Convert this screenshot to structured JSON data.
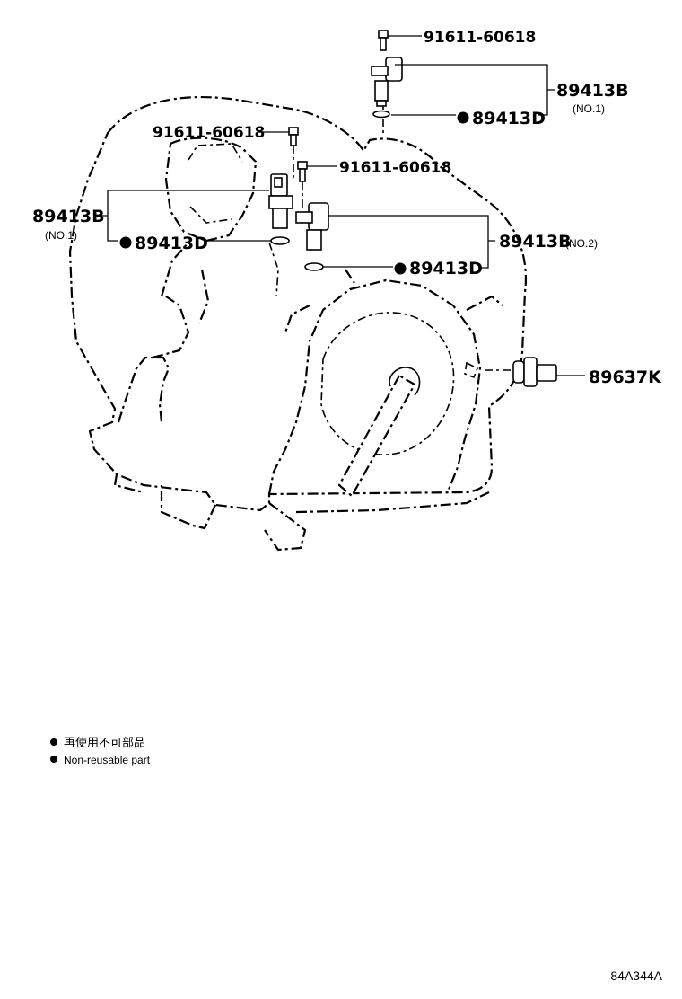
{
  "diagram": {
    "parts": {
      "bolt_top": "91611-60618",
      "bolt_left": "91611-60618",
      "bolt_mid": "91611-60618",
      "sensor_top": "89413B",
      "sensor_top_note": "(NO.1)",
      "oring_top": "89413D",
      "sensor_left": "89413B",
      "sensor_left_note": "(NO.1)",
      "oring_left": "89413D",
      "sensor_right": "89413B",
      "sensor_right_note": "(NO.2)",
      "oring_right": "89413D",
      "speed_sensor": "89637K"
    },
    "legend": {
      "jp": "再使用不可部品",
      "en": "Non-reusable part"
    },
    "illustration_code": "84A344A"
  }
}
